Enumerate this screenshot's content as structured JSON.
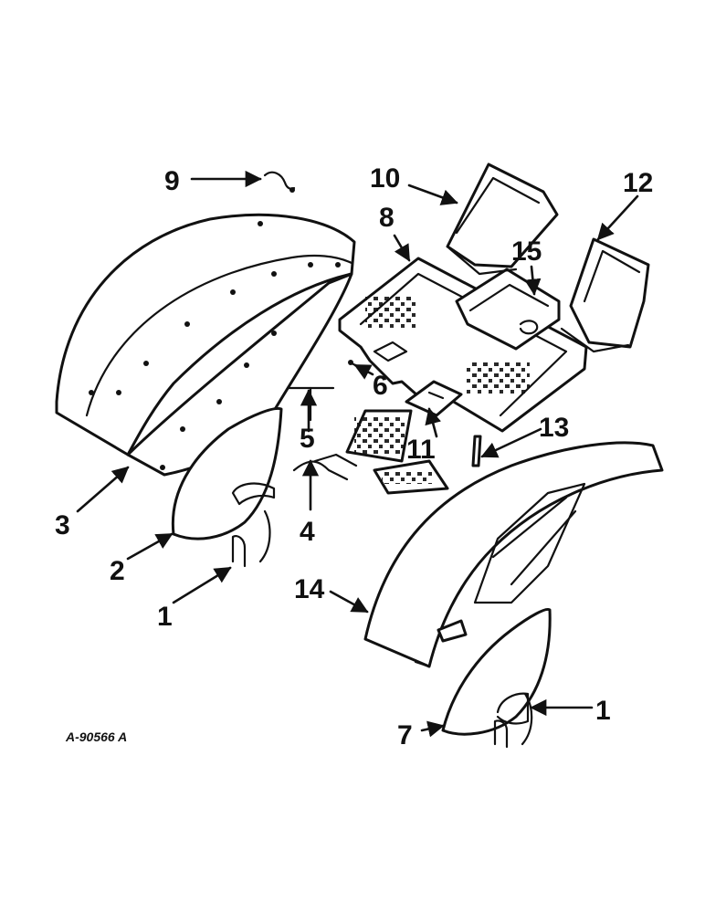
{
  "callouts": {
    "c1a": "1",
    "c1b": "1",
    "c2": "2",
    "c3": "3",
    "c4": "4",
    "c5": "5",
    "c6": "6",
    "c7": "7",
    "c8": "8",
    "c9": "9",
    "c10": "10",
    "c11": "11",
    "c12": "12",
    "c13": "13",
    "c14": "14",
    "c15": "15"
  },
  "drawing_ref": "A-90566 A",
  "colors": {
    "ink": "#111111",
    "paper": "#ffffff"
  }
}
